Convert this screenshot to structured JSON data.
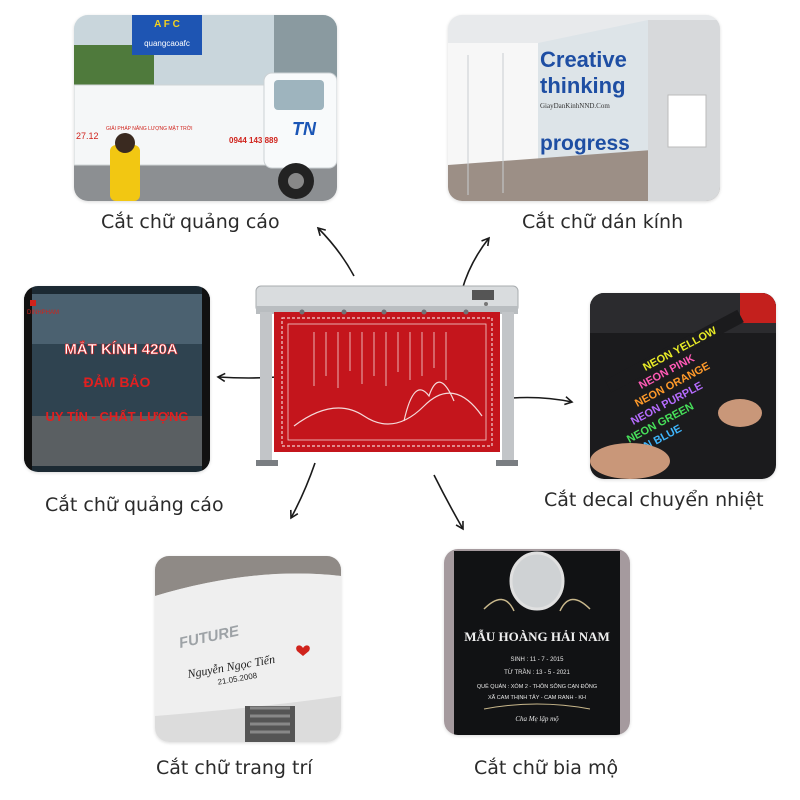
{
  "captions": {
    "top_left": "Cắt chữ quảng cáo",
    "top_right": "Cắt chữ dán kính",
    "mid_left": "Cắt chữ quảng cáo",
    "mid_right": "Cắt decal chuyển nhiệt",
    "bottom_left": "Cắt chữ trang trí",
    "bottom_right": "Cắt chữ bia mộ"
  },
  "photo_text": {
    "truck_sign": "quangcaoafc",
    "truck_sign_top": "A F C",
    "truck_number": "27.12",
    "truck_phone": "0944 143 889",
    "truck_company": "GIẢI PHÁP NĂNG LƯỢNG MẶT TRỜI",
    "truck_logo": "TN",
    "glass_line1": "Creative",
    "glass_line2": "thinking",
    "glass_line3": "GiayDanKinhNND.Com",
    "glass_line4": "progress",
    "shop_logo": "DINHPHAM",
    "shop_line1": "MẮT KÍNH 420A",
    "shop_line2": "ĐẢM BẢO",
    "shop_line3": "UY TÍN - CHẤT LƯỢNG",
    "neon": [
      "NEON YELLOW",
      "NEON PINK",
      "NEON ORANGE",
      "NEON PURPLE",
      "NEON GREEN",
      "NEON BLUE"
    ],
    "bike_brand": "FUTURE",
    "bike_name": "Nguyễn Ngọc Tiến",
    "bike_date": "21.05.2008",
    "tomb_name": "MẪU HOÀNG HẢI NAM",
    "tomb_born": "SINH : 11 - 7 - 2015",
    "tomb_died": "TỪ TRẦN : 13 - 5 - 2021",
    "tomb_home1": "QUÊ QUÁN : XÓM 2 - THÔN SÔNG CẠN ĐÔNG",
    "tomb_home2": "XÃ CAM THỊNH TÂY - CAM RANH - KH",
    "tomb_footer": "Cha Mẹ lập mộ"
  },
  "colors": {
    "plotter_red": "#c4151c",
    "arrow": "#1a1a1a",
    "caption": "#2b2b2b"
  }
}
